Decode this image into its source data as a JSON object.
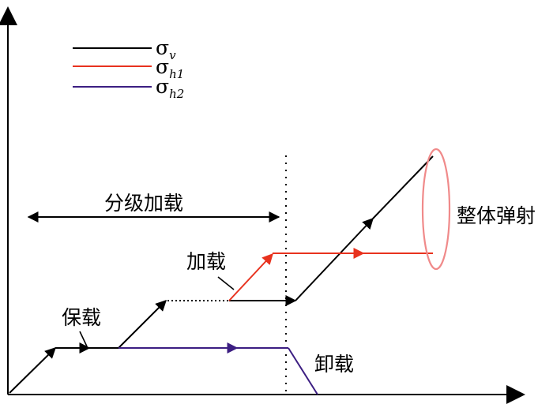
{
  "legend": {
    "items": [
      {
        "symbol": "σ",
        "subscript": "v",
        "color": "#000000"
      },
      {
        "symbol": "σ",
        "subscript": "h1",
        "color": "#e8321e"
      },
      {
        "symbol": "σ",
        "subscript": "h2",
        "color": "#3c1e82"
      }
    ]
  },
  "labels": {
    "staged_loading": "分级加载",
    "loading": "加载",
    "holding": "保载",
    "unloading": "卸载",
    "elastic": "整体弹射"
  },
  "colors": {
    "axis": "#000000",
    "sigma_v": "#000000",
    "sigma_h1": "#e8321e",
    "sigma_h2": "#3c1e82",
    "ellipse": "#f08a8a"
  }
}
